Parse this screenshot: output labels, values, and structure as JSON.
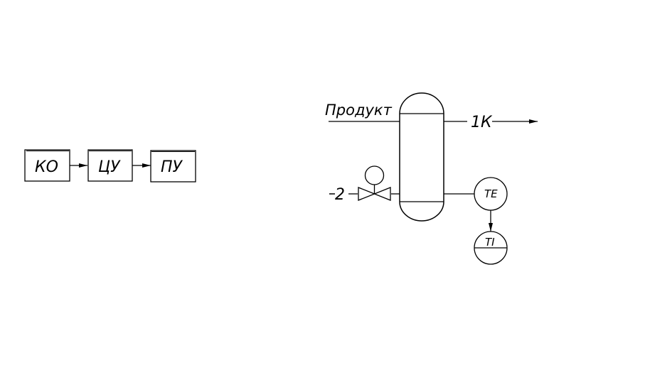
{
  "block_diagram": {
    "blocks": [
      {
        "label": "КО"
      },
      {
        "label": "ЦУ"
      },
      {
        "label": "ПУ"
      }
    ]
  },
  "process_diagram": {
    "inlet_label": "Продукт",
    "outlet_label": "1К",
    "valve_line_label": "2",
    "sensor_label": "TE",
    "indicator_label": "TI"
  },
  "colors": {
    "line": "#000000",
    "background": "#ffffff"
  }
}
